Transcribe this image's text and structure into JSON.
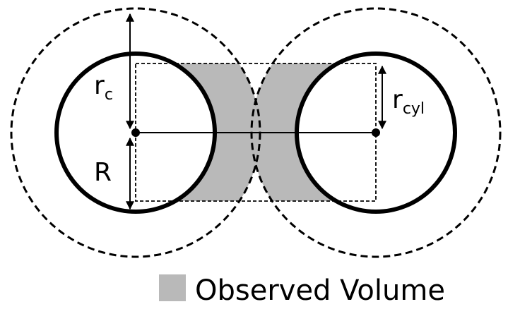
{
  "labels": {
    "r_c_main": "r",
    "r_c_sub": "c",
    "r_cyl_main": "r",
    "r_cyl_sub": "cyl",
    "R": "R"
  },
  "legend": {
    "label": "Observed Volume"
  },
  "colors": {
    "observed_volume": "#b9b9b9",
    "stroke": "#000000",
    "background": "#ffffff"
  }
}
